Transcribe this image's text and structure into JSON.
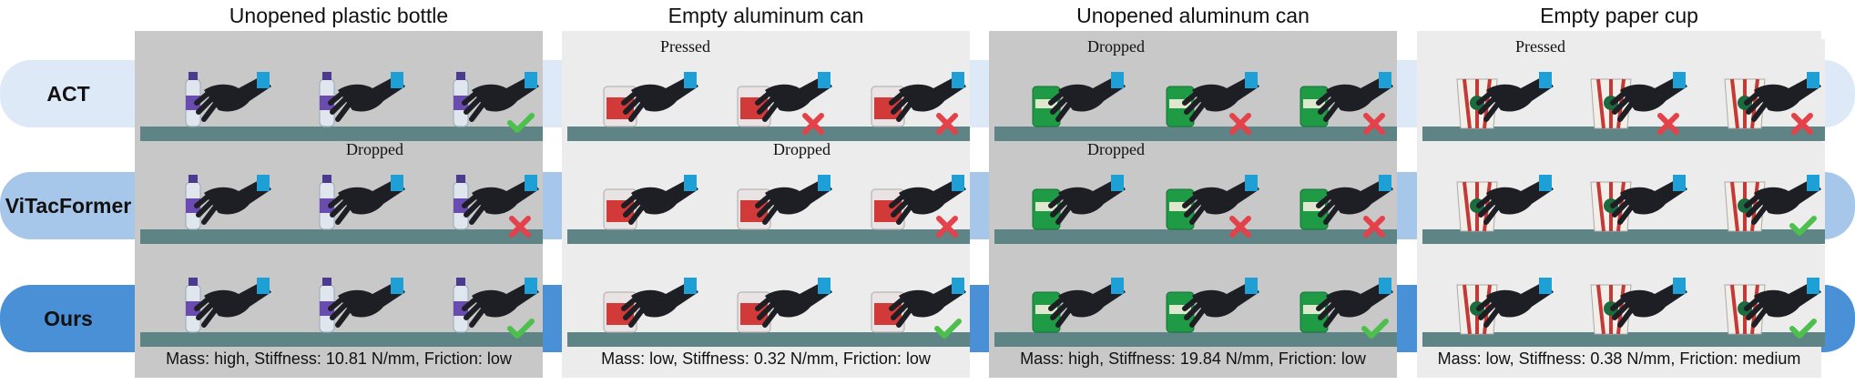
{
  "rows": [
    {
      "label": "ACT"
    },
    {
      "label": "ViTacFormer"
    },
    {
      "label": "Ours"
    }
  ],
  "panels": [
    {
      "title": "Unopened plastic bottle",
      "caption": "Mass: high, Stiffness: 10.81 N/mm, Friction: low",
      "object": "bottle",
      "bg": "#c8c8c8",
      "annotations": [
        {
          "row": 1,
          "text": "Dropped"
        }
      ],
      "outcomes": [
        [
          "",
          "",
          "success"
        ],
        [
          "",
          "",
          "fail"
        ],
        [
          "",
          "",
          "success"
        ]
      ]
    },
    {
      "title": "Empty aluminum can",
      "caption": "Mass: low, Stiffness: 0.32 N/mm, Friction: low",
      "object": "red-can",
      "bg": "#ececec",
      "annotations": [
        {
          "row": 0,
          "text": "Pressed"
        },
        {
          "row": 1,
          "text": "Dropped"
        }
      ],
      "outcomes": [
        [
          "",
          "fail",
          "fail"
        ],
        [
          "",
          "",
          "fail"
        ],
        [
          "",
          "",
          "success"
        ]
      ]
    },
    {
      "title": "Unopened aluminum can",
      "caption": "Mass: high, Stiffness: 19.84 N/mm, Friction: low",
      "object": "green-can",
      "bg": "#c8c8c8",
      "annotations": [
        {
          "row": 0,
          "text": "Dropped"
        },
        {
          "row": 1,
          "text": "Dropped"
        }
      ],
      "outcomes": [
        [
          "",
          "fail",
          "fail"
        ],
        [
          "",
          "fail",
          "fail"
        ],
        [
          "",
          "",
          "success"
        ]
      ]
    },
    {
      "title": "Empty paper cup",
      "caption": "Mass: low, Stiffness: 0.38 N/mm, Friction: medium",
      "object": "cup",
      "bg": "#ececec",
      "annotations": [
        {
          "row": 0,
          "text": "Pressed"
        }
      ],
      "outcomes": [
        [
          "",
          "fail",
          "fail"
        ],
        [
          "",
          "",
          "success"
        ],
        [
          "",
          "",
          "success"
        ]
      ]
    }
  ],
  "colors": {
    "success": "#4cbf4c",
    "fail": "#e3424b",
    "table": "#5e8486",
    "hand": "#1e1f24",
    "accent": "#1e9fd6"
  }
}
